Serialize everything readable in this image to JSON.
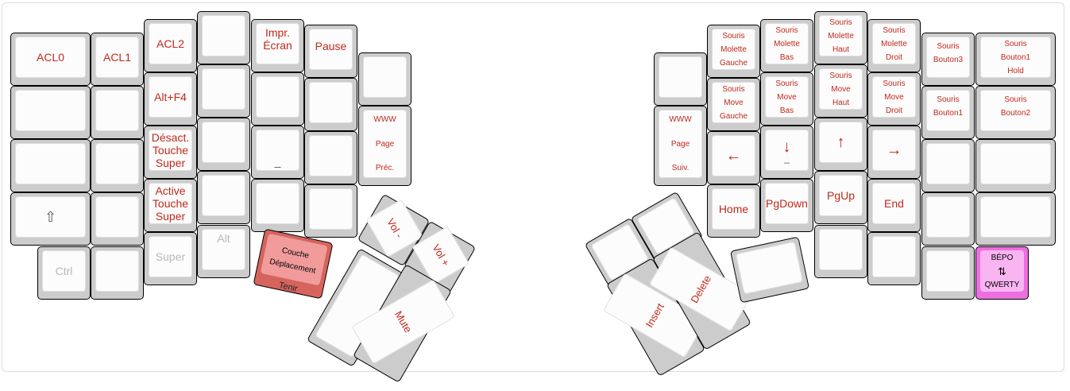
{
  "left_keys": {
    "acl0": "ACL0",
    "acl1": "ACL1",
    "acl2": "ACL2",
    "impr": [
      "Impr.",
      "Écran"
    ],
    "pause": "Pause",
    "altf4": "Alt+F4",
    "www_prec": [
      "WWW",
      "Page",
      "Préc."
    ],
    "desact": [
      "Désact.",
      "Touche",
      "Super"
    ],
    "underscore": "_",
    "active": [
      "Active",
      "Touche",
      "Super"
    ],
    "shift_icon": "⇧",
    "ctrl": "Ctrl",
    "super": "Super",
    "alt": "Alt",
    "couche": [
      "Couche",
      "Déplacement"
    ],
    "couche_front": "Tenir",
    "vol_minus": "Vol -",
    "vol_plus": "Vol +",
    "mute": "Mute"
  },
  "right_keys": {
    "molette_gauche": [
      "Souris",
      "Molette",
      "Gauche"
    ],
    "molette_bas": [
      "Souris",
      "Molette",
      "Bas"
    ],
    "molette_haut": [
      "Souris",
      "Molette",
      "Haut"
    ],
    "molette_droit": [
      "Souris",
      "Molette",
      "Droit"
    ],
    "bouton3": [
      "Souris",
      "Bouton3"
    ],
    "bouton1_hold": [
      "Souris",
      "Bouton1",
      "Hold"
    ],
    "move_gauche": [
      "Souris",
      "Move",
      "Gauche"
    ],
    "move_bas": [
      "Souris",
      "Move",
      "Bas"
    ],
    "move_haut": [
      "Souris",
      "Move",
      "Haut"
    ],
    "move_droit": [
      "Souris",
      "Move",
      "Droit"
    ],
    "bouton1": [
      "Souris",
      "Bouton1"
    ],
    "bouton2": [
      "Souris",
      "Bouton2"
    ],
    "www_suiv": [
      "WWW",
      "Page",
      "Suiv."
    ],
    "arrow_left": "←",
    "arrow_down": "↓",
    "arrow_down_sub": "_",
    "arrow_up": "↑",
    "arrow_right": "→",
    "home": "Home",
    "pgdown": "PgDown",
    "pgup": "PgUp",
    "end": "End",
    "insert": "Insert",
    "delete": "Delete",
    "bepo": [
      "BÉPO",
      "⇅",
      "QWERTY"
    ]
  },
  "colors": {
    "legend": "#c1291c",
    "layer_key": "#f19b9b",
    "layout_toggle_key": "#f9b4f2"
  }
}
